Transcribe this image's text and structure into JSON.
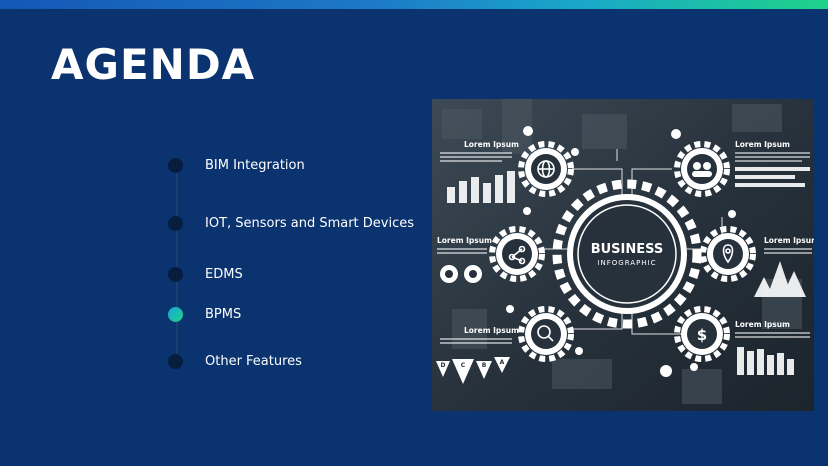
{
  "slide": {
    "title": "AGENDA",
    "agenda_items": [
      {
        "label": "BIM Integration",
        "active": false
      },
      {
        "label": "IOT, Sensors and Smart Devices",
        "active": false
      },
      {
        "label": "EDMS",
        "active": false
      },
      {
        "label": "BPMS",
        "active": true
      },
      {
        "label": "Other Features",
        "active": false
      }
    ]
  },
  "infographic": {
    "title": "BUSINESS",
    "subtitle": "INFOGRAPHIC",
    "heading": "Lorem Ipsum",
    "letters": [
      "D",
      "C",
      "B",
      "A"
    ]
  },
  "colors": {
    "background": "#0a3370",
    "accent_start": "#1aa6d8",
    "accent_end": "#1fd38a"
  }
}
